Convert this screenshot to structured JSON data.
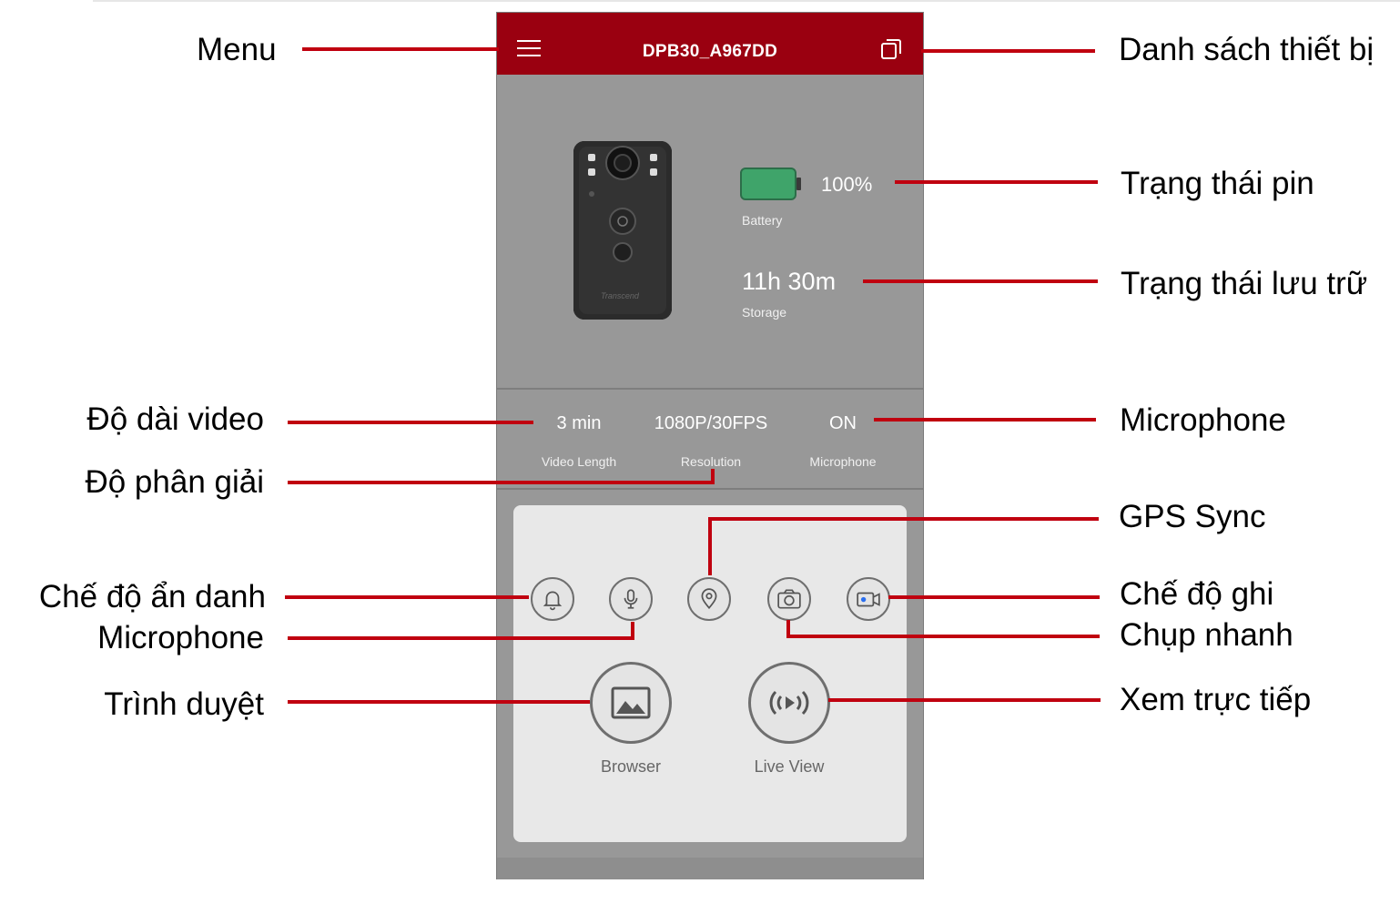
{
  "app": {
    "title": "DPB30_A967DD",
    "battery": {
      "value": "100%",
      "label": "Battery",
      "level": 1.0
    },
    "storage": {
      "value": "11h 30m",
      "label": "Storage"
    },
    "stats": [
      {
        "value": "3 min",
        "label": "Video Length"
      },
      {
        "value": "1080P/30FPS",
        "label": "Resolution"
      },
      {
        "value": "ON",
        "label": "Microphone"
      }
    ],
    "buttons": {
      "browser": "Browser",
      "live_view": "Live View"
    },
    "camera_brand": "Transcend"
  },
  "annotations": {
    "menu": "Menu",
    "device_list": "Danh sách thiết bị",
    "battery_status": "Trạng thái pin",
    "storage_status": "Trạng thái lưu trữ",
    "video_length": "Độ  dài  video",
    "microphone_stat": "Microphone",
    "resolution": "Độ  phân  giải",
    "gps_sync": "GPS Sync",
    "stealth_mode": "Chế  độ  ẩn  danh",
    "record_mode": "Chế độ ghi",
    "microphone_toggle": "Microphone",
    "snapshot": "Chụp nhanh",
    "browser": "Trình  duyệt",
    "live_view": "Xem trực tiếp"
  },
  "colors": {
    "header": "#9a0010",
    "annotation_line": "#c0000f",
    "battery_fill": "#3fa46a",
    "record_dot": "#2a6ff0"
  },
  "icons": [
    "menu-icon",
    "device-list-icon",
    "bell-icon",
    "microphone-icon",
    "location-pin-icon",
    "camera-icon",
    "video-record-icon",
    "image-icon",
    "broadcast-play-icon"
  ]
}
